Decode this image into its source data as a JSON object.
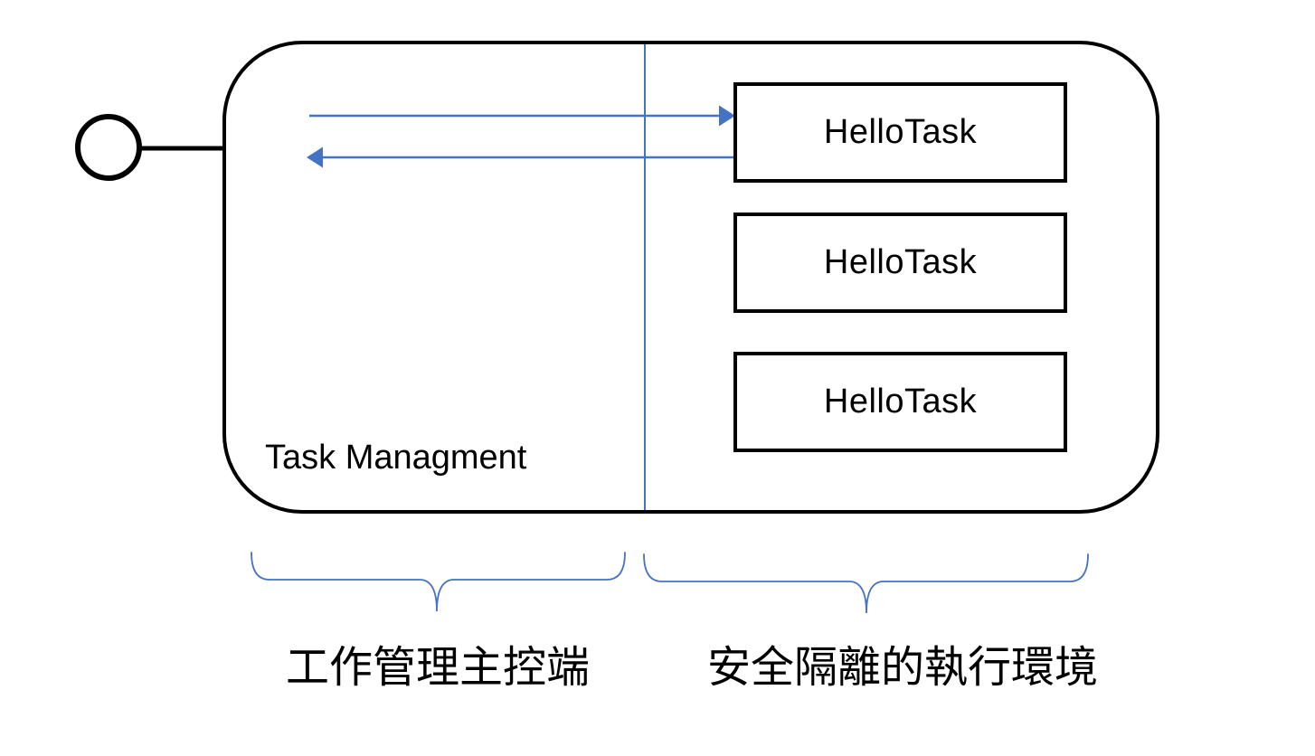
{
  "diagram": {
    "boundary_label": "Task Managment",
    "tasks": [
      {
        "label": "HelloTask"
      },
      {
        "label": "HelloTask"
      },
      {
        "label": "HelloTask"
      }
    ],
    "captions": {
      "left": "工作管理主控端",
      "right": "安全隔離的執行環境"
    },
    "colors": {
      "accent_blue": "#4472C4",
      "stroke_black": "#000000"
    }
  }
}
